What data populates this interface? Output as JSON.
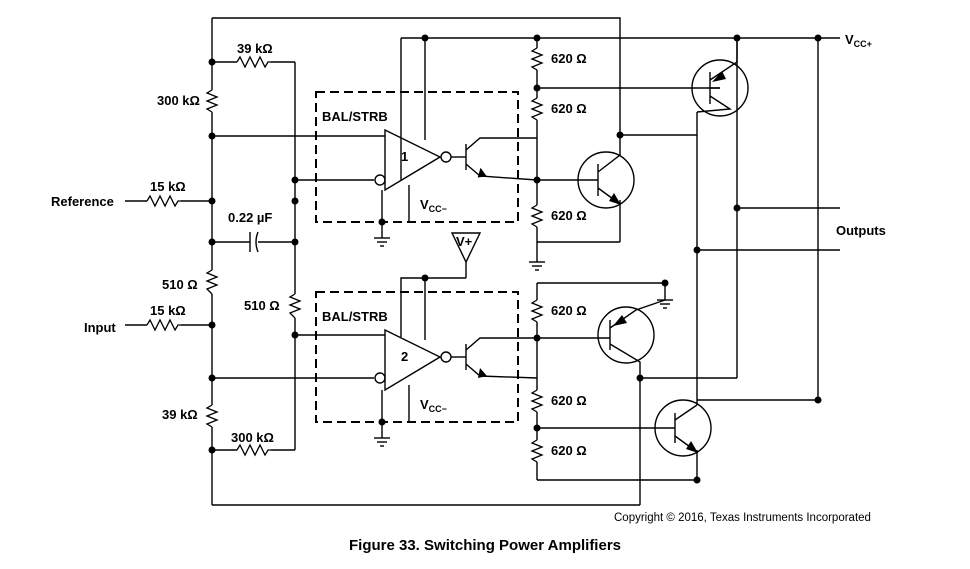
{
  "labels": {
    "vcc_plus_main": "V",
    "vcc_plus_sub": "CC+",
    "bal_strb_1": "BAL/STRB",
    "bal_strb_2": "BAL/STRB",
    "amp1": "1",
    "amp2": "2",
    "vcc_minus_1": "V",
    "vcc_minus_2": "V",
    "vcc_minus_sub": "CC−",
    "v_plus": "V+",
    "reference": "Reference",
    "input": "Input",
    "outputs": "Outputs"
  },
  "components": {
    "r_39k_top": "39 kΩ",
    "r_300k_top": "300 kΩ",
    "r_15k_ref": "15 kΩ",
    "c_022uF": "0.22 µF",
    "r_510_left": "510 Ω",
    "r_15k_in": "15 kΩ",
    "r_510_right": "510 Ω",
    "r_39k_bot": "39 kΩ",
    "r_300k_bot": "300 kΩ",
    "r_620_1": "620 Ω",
    "r_620_2": "620 Ω",
    "r_620_3": "620 Ω",
    "r_620_4": "620 Ω",
    "r_620_5": "620 Ω",
    "r_620_6": "620 Ω"
  },
  "copyright": "Copyright © 2016, Texas Instruments Incorporated",
  "caption": "Figure 33.  Switching Power Amplifiers"
}
